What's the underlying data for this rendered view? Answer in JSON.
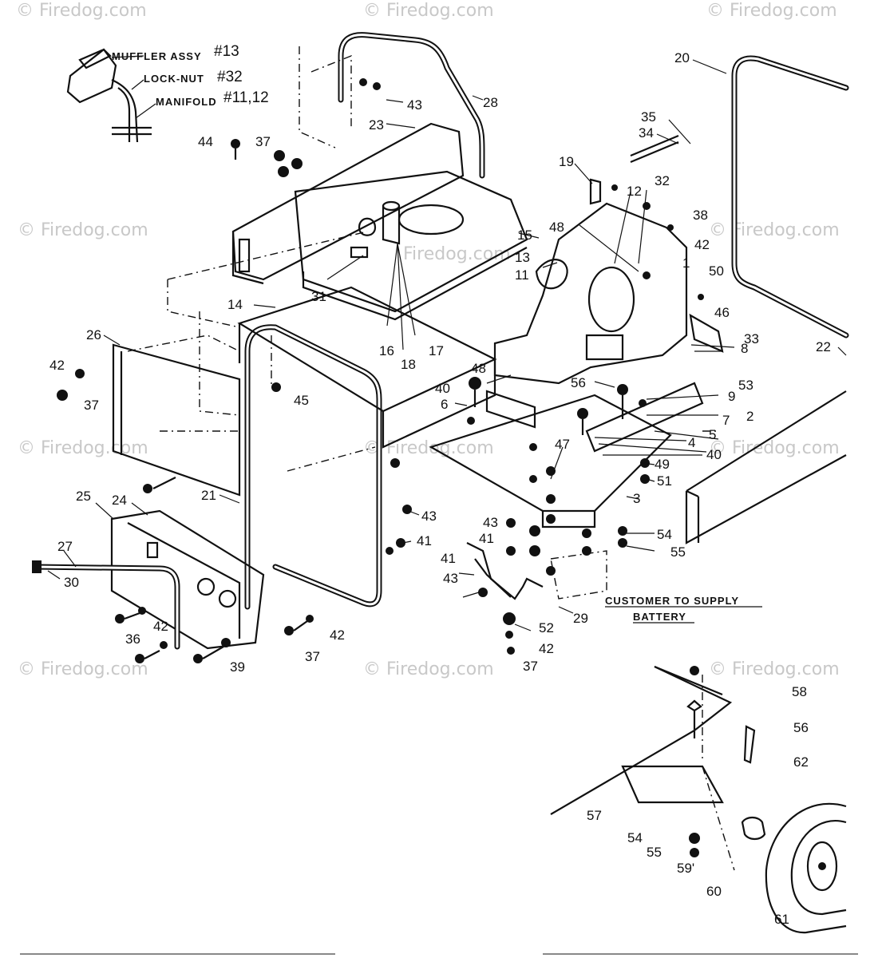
{
  "watermarks": [
    {
      "text": "© Firedog.com",
      "pos": "top-left"
    },
    {
      "text": "© Firedog.com",
      "pos": "top-center"
    },
    {
      "text": "© Firedog.com",
      "pos": "top-right"
    },
    {
      "text": "© Firedog.com",
      "pos": "mid-left"
    },
    {
      "text": "Firedog.com",
      "pos": "center"
    },
    {
      "text": "© Firedog.com",
      "pos": "mid-right"
    },
    {
      "text": "© Firedog.com",
      "pos": "lower-left"
    },
    {
      "text": "© Firedog.com",
      "pos": "lower-center"
    },
    {
      "text": "© Firedog.com",
      "pos": "lower-right"
    },
    {
      "text": "© Firedog.com",
      "pos": "bottom-left"
    },
    {
      "text": "© Firedog.com",
      "pos": "bottom-center"
    },
    {
      "text": "© Firedog.com",
      "pos": "bottom-right"
    }
  ],
  "callouts": {
    "muffler": {
      "label": "MUFFLER ASSY",
      "num": "#13"
    },
    "locknut": {
      "label": "LOCK-NUT",
      "num": "#32"
    },
    "manifold": {
      "label": "MANIFOLD",
      "num": "#11,12"
    },
    "customer_line1": "CUSTOMER TO SUPPLY",
    "customer_line2": "BATTERY"
  },
  "part_labels": {
    "p20": "20",
    "p43a": "43",
    "p28": "28",
    "p23": "23",
    "p44": "44",
    "p37a": "37",
    "p35": "35",
    "p34": "34",
    "p19": "19",
    "p12": "12",
    "p32": "32",
    "p38": "38",
    "p48a": "48",
    "p15": "15",
    "p42a": "42",
    "p13": "13",
    "p1": "1",
    "p11": "11",
    "p50": "50",
    "p46": "46",
    "p31": "31",
    "p14": "14",
    "p16": "16",
    "p17": "17",
    "p18": "18",
    "p33": "33",
    "p26": "26",
    "p8": "8",
    "p22": "22",
    "p48b": "48",
    "p42b": "42",
    "p56a": "56",
    "p53": "53",
    "p40a": "40",
    "p45": "45",
    "p9": "9",
    "p37b": "37",
    "p6": "6",
    "p2": "2",
    "p7": "7",
    "p5": "5",
    "p4": "4",
    "p40b": "40",
    "p47": "47",
    "p49": "49",
    "p21": "21",
    "p51": "51",
    "p3": "3",
    "p25": "25",
    "p24": "24",
    "p43b": "43",
    "p43c": "43",
    "p54a": "54",
    "p41a": "41",
    "p27": "27",
    "p55a": "55",
    "p41b": "41",
    "p30": "30",
    "p43d": "43",
    "p29": "29",
    "p52": "52",
    "p42c": "42",
    "p36": "36",
    "p42d": "42",
    "p42e": "42",
    "p37c": "37",
    "p39": "39",
    "p37d": "37",
    "p58": "58",
    "p56b": "56",
    "p62": "62",
    "p57": "57",
    "p54b": "54",
    "p55b": "55",
    "p59": "59'",
    "p60": "60",
    "p61": "61"
  }
}
